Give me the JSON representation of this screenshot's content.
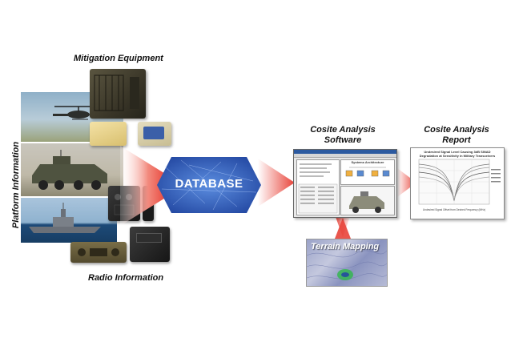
{
  "labels": {
    "mitigation": "Mitigation Equipment",
    "platform": "Platform Information",
    "radio": "Radio Information",
    "database": "DATABASE",
    "software": "Cosite Analysis\nSoftware",
    "report": "Cosite Analysis\nReport",
    "terrain": "Terrain Mapping"
  },
  "software_window": {
    "title": "Systems Architecture"
  },
  "report_chart": {
    "title": "Undesired Signal Level Causing 3dB SINAD\nDegradation at Sensitivity in Military Transceivers",
    "xlabel": "Undesired Signal Offset from Desired Frequency (MHz)"
  },
  "colors": {
    "arrow_red": "#e8443a",
    "database_blue": "#1c3f9a",
    "label_text": "#111111"
  }
}
